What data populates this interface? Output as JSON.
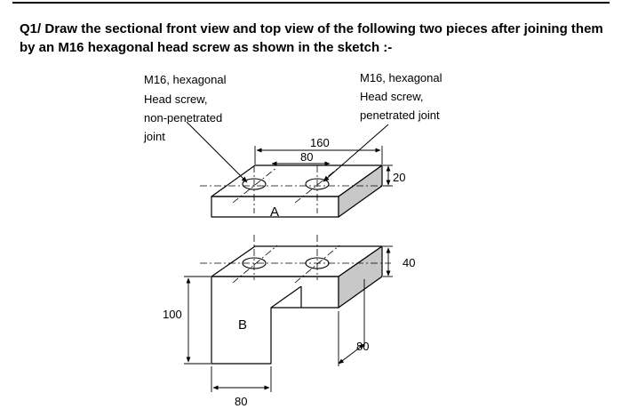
{
  "question": {
    "number": "Q1/",
    "text": "Draw the sectional front view and top view of the following two pieces after joining them by an M16 hexagonal head screw as shown in the sketch :-"
  },
  "callouts": {
    "left": [
      "M16, hexagonal",
      "Head screw,",
      "non-penetrated",
      "joint"
    ],
    "right": [
      "M16, hexagonal",
      "Head screw,",
      "penetrated joint"
    ]
  },
  "dimensions": {
    "length_160": "160",
    "spacing_80": "80",
    "thickness_20": "20",
    "thickness_40": "40",
    "height_100": "100",
    "depth_80": "80",
    "width_80": "80"
  },
  "parts": {
    "a": "A",
    "b": "B"
  },
  "colors": {
    "line": "#000000",
    "side_shade": "#c8c8c8"
  }
}
